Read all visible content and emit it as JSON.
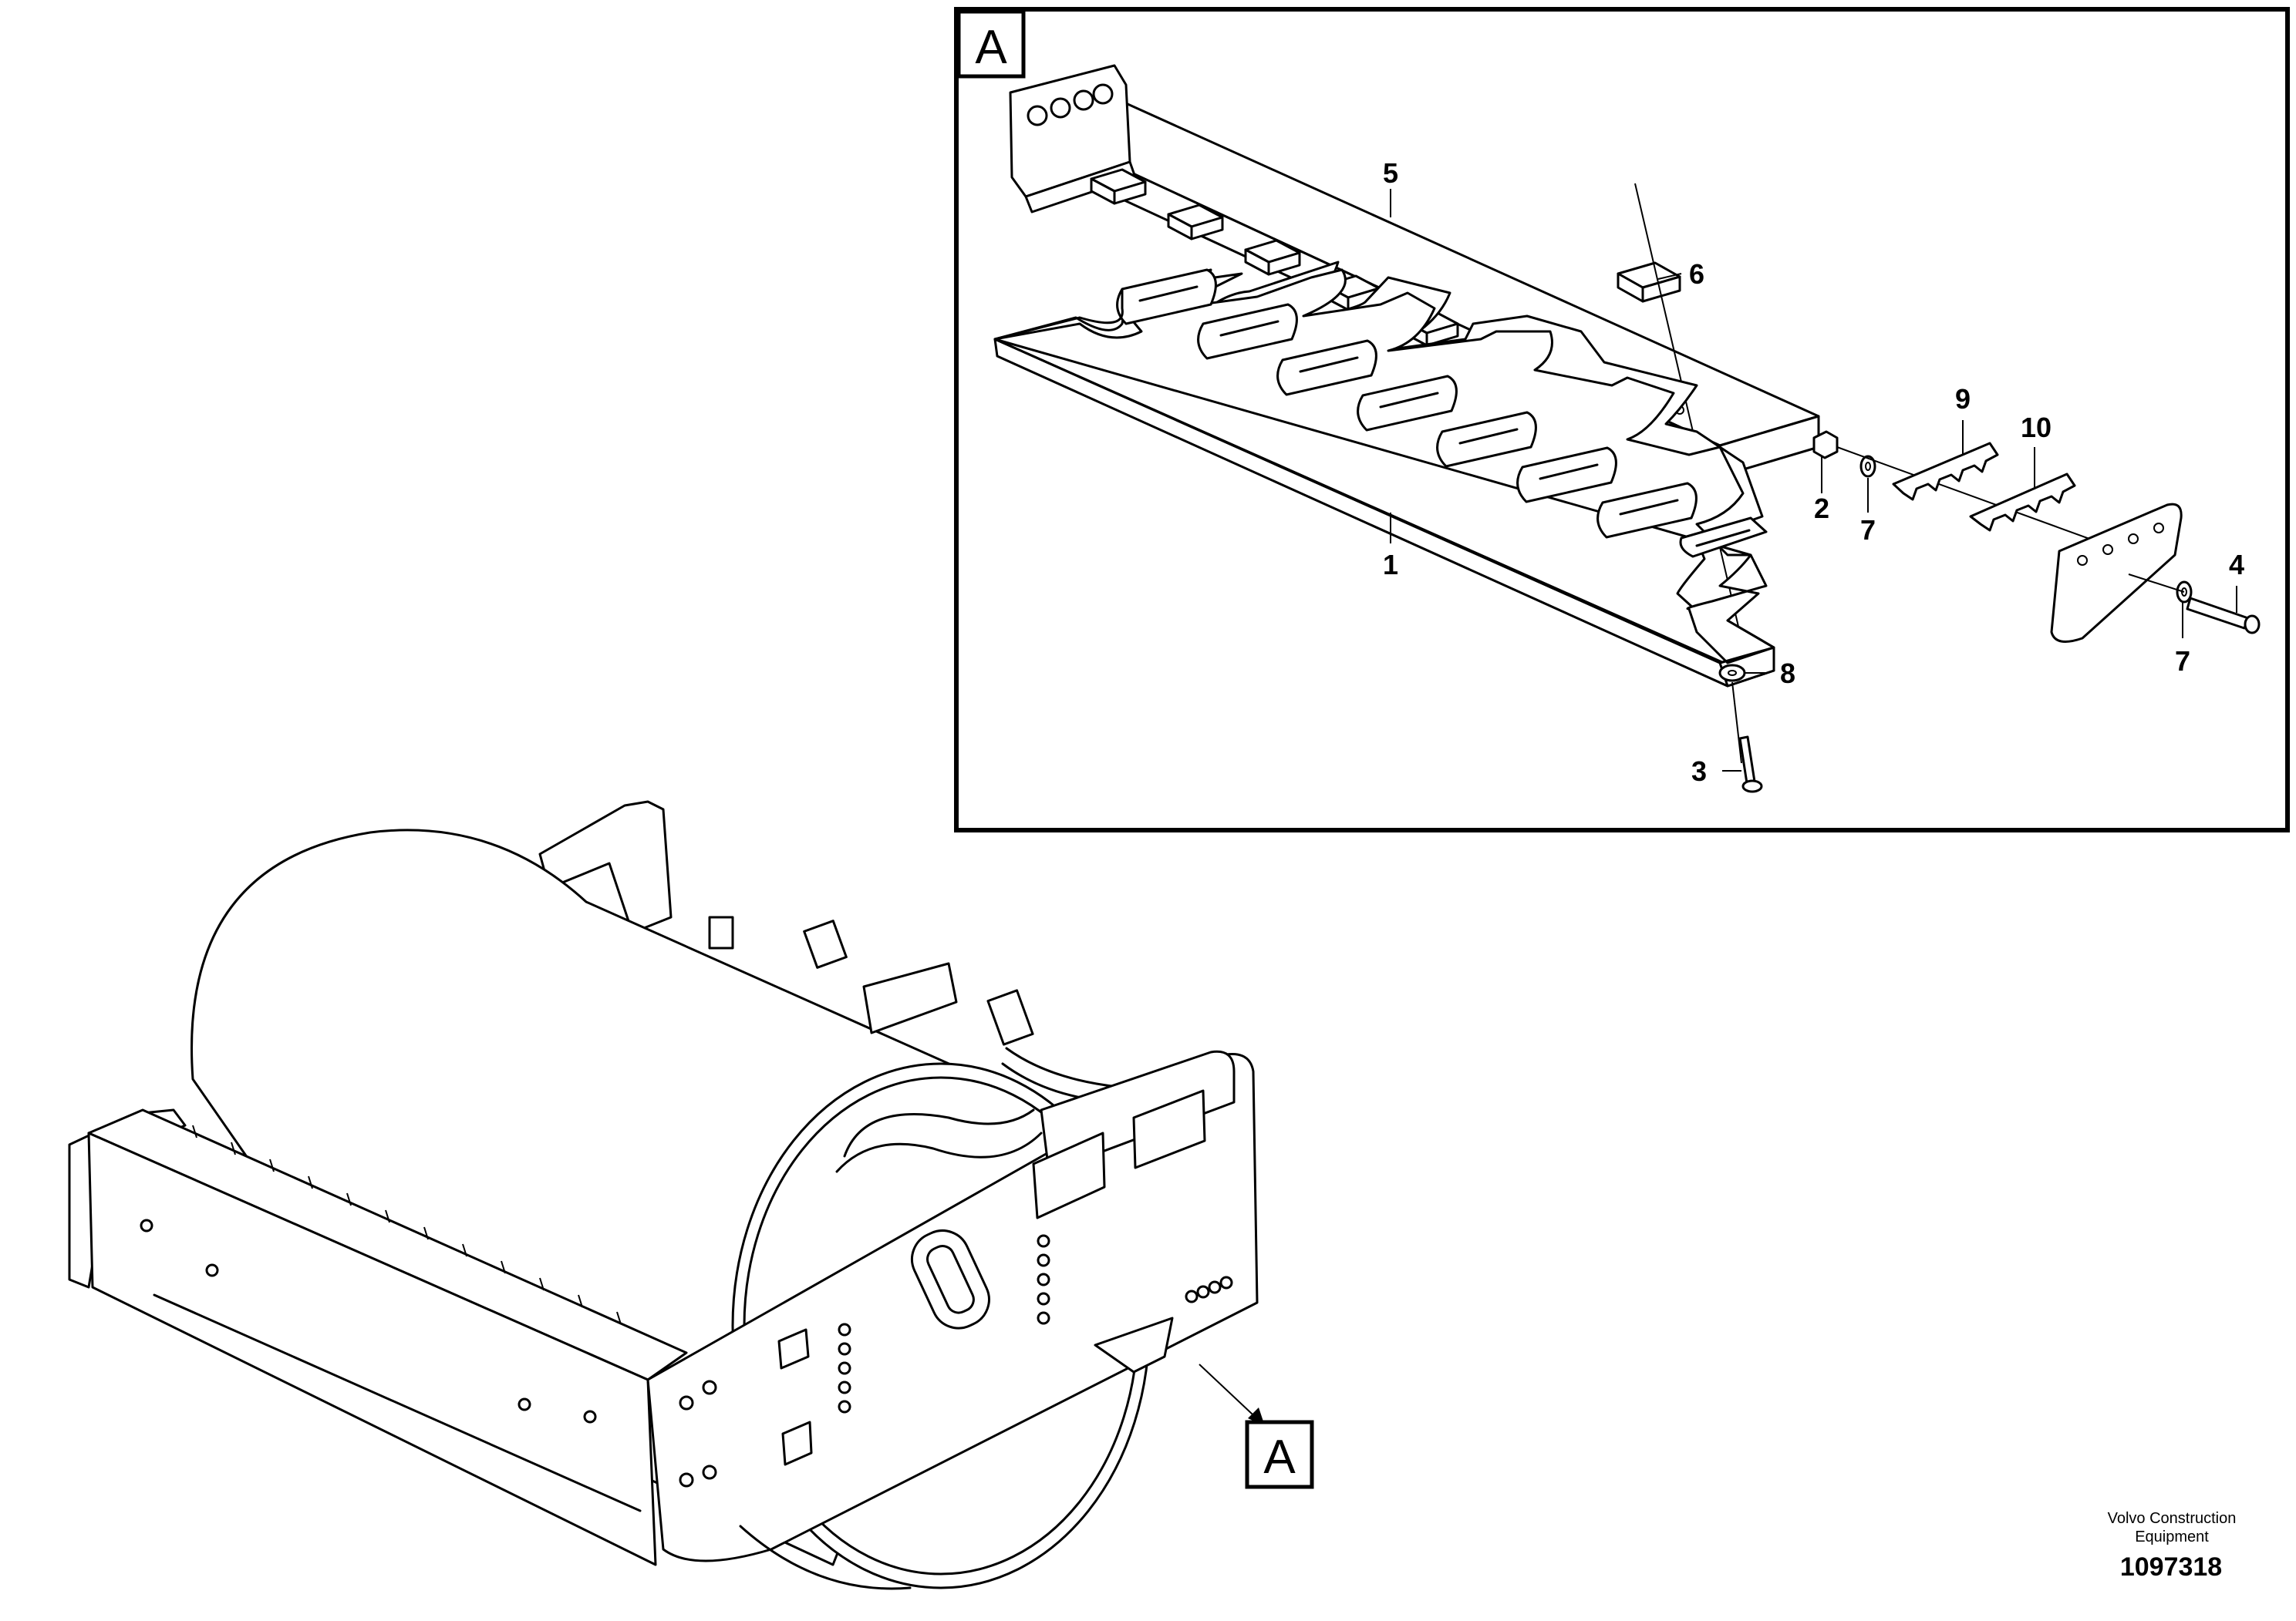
{
  "detail_view": {
    "letter": "A",
    "callouts": {
      "scraper_blade": "1",
      "nut": "2",
      "bolt_vertical": "3",
      "bolt_horizontal": "4",
      "scraper_bar": "5",
      "clamp_block": "6",
      "washer_left": "7",
      "washer_right": "7",
      "washer_bottom": "8",
      "shim_9": "9",
      "shim_10": "10"
    }
  },
  "overview": {
    "view_marker": "A"
  },
  "footer": {
    "brand_line1": "Volvo Construction",
    "brand_line2": "Equipment",
    "doc_number": "1097318"
  }
}
